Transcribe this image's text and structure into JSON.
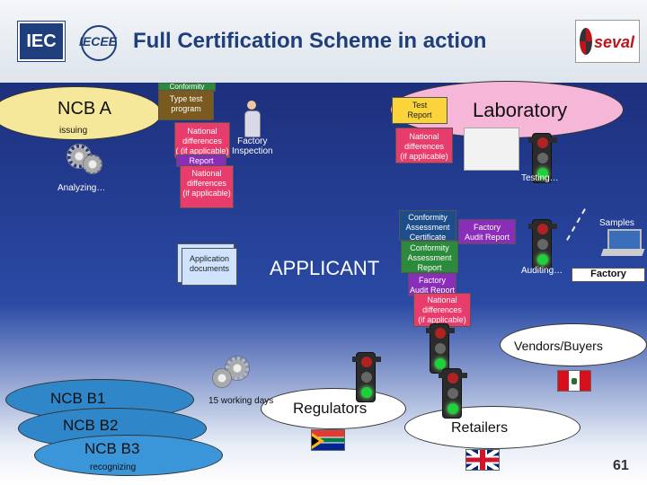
{
  "header": {
    "iec_logo_text": "IEC",
    "iecee_logo_text": "IECEE",
    "title": "Full Certification Scheme in action",
    "seval_logo_text": "seval"
  },
  "nodes": {
    "ncb_a": "NCB A",
    "issuing": "issuing",
    "analyzing": "Analyzing…",
    "laboratory": "Laboratory",
    "testing": "Testing…",
    "applicant": "APPLICANT",
    "factory_inspection": "Factory\nInspection",
    "samples": "Samples",
    "auditing": "Auditing…",
    "factory": "Factory",
    "vendors_buyers": "Vendors/Buyers",
    "regulators": "Regulators",
    "retailers": "Retailers",
    "ncb_b1": "NCB B1",
    "ncb_b2": "NCB B2",
    "ncb_b3": "NCB B3",
    "recognizing": "recognizing",
    "working_days": "15 working days"
  },
  "documents": {
    "conformity_top": "Conformity",
    "type_test_program": "Type test\nprogram",
    "national_differences_1": "National\ndifferences\n( (if applicable)",
    "report_1": "Report",
    "national_differences_2": "National\ndifferences\n(if applicable)",
    "test_report": "Test\nReport",
    "national_differences_3": "National\ndifferences\n(if applicable)",
    "application_documents": "Application\ndocuments",
    "conformity_certificate": "Conformity\nAssessment\nCertificate",
    "factory_audit_report_1": "Factory\nAudit Report",
    "conformity_report": "Conformity\nAssessment\nReport",
    "factory_audit_report_2": "Factory\nAudit Report",
    "national_differences_4": "National\ndifferences\n(if applicable)"
  },
  "page_number": "61",
  "colors": {
    "title": "#1f3e7c",
    "background_top": "#1d2f7c",
    "ncb_a": "#f6e89a",
    "laboratory": "#f6b6d8",
    "ncb_b": "#2f86c8",
    "national_differences": "#e83c6c",
    "report": "#8a2db8",
    "test_report": "#fbd33a",
    "conformity": "#2c8a3c"
  },
  "icons": [
    "gear-icon",
    "person-icon",
    "traffic-light-icon",
    "laptop-icon",
    "flag-peru-icon",
    "flag-south-africa-icon",
    "flag-uk-icon"
  ]
}
